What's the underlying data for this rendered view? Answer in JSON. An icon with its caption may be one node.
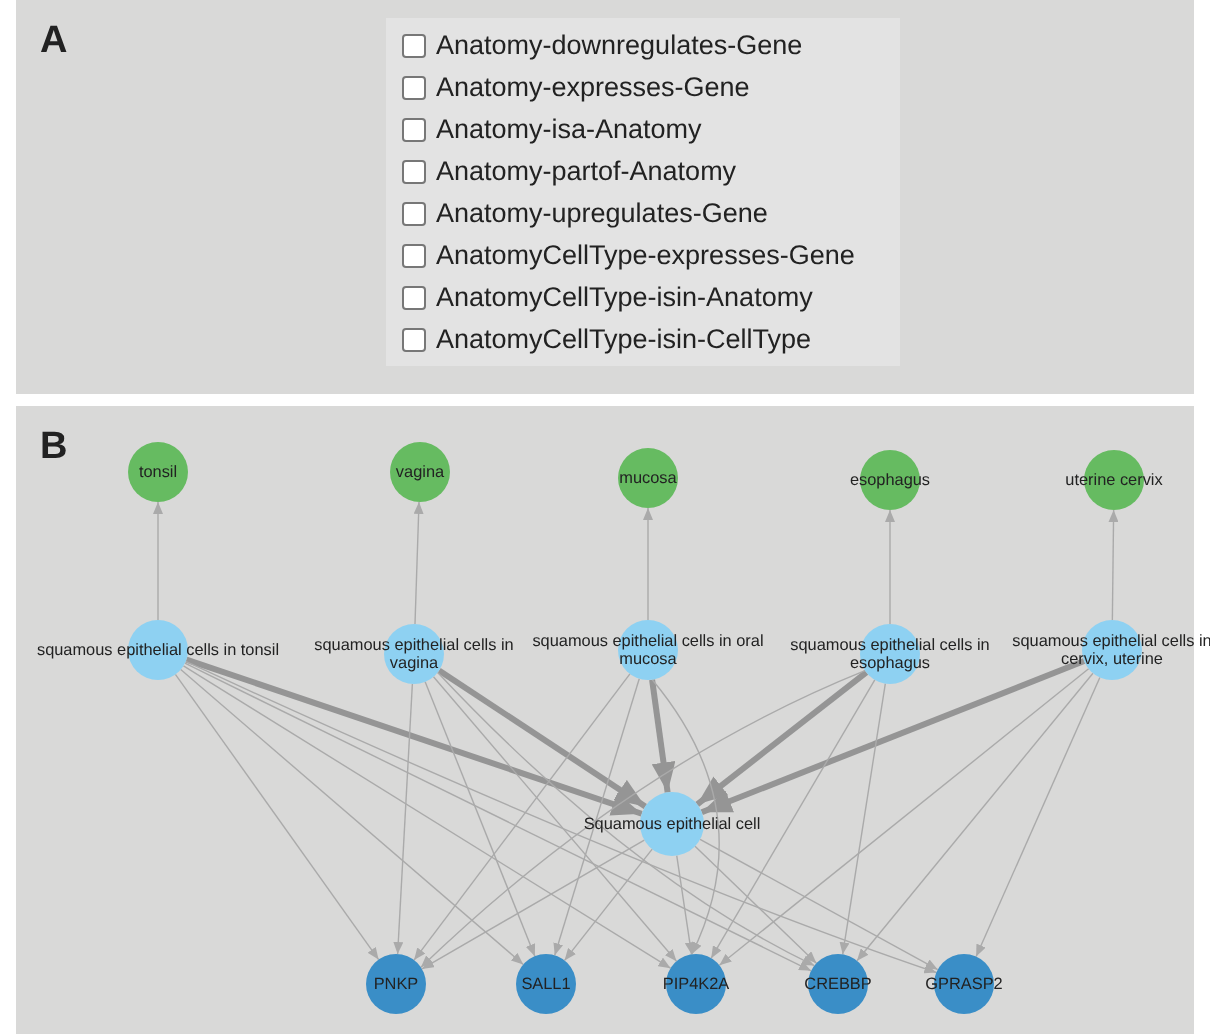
{
  "diagram": {
    "nodes": [
      {
        "text": [
          "tonsil"
        ]
      },
      {
        "text": [
          "vagina"
        ]
      },
      {
        "text": [
          "mucosa"
        ]
      },
      {
        "text": [
          "esophagus"
        ]
      },
      {
        "text": [
          "uterine cervix"
        ]
      },
      {
        "text": [
          "squamous epithelial cells in tonsil"
        ]
      },
      {
        "text": [
          "squamous epithelial cells in vagina"
        ]
      },
      {
        "text": [
          "squamous epithelial cells in oral mucosa"
        ]
      },
      {
        "text": [
          "squamous epithelial cells in esophagus"
        ]
      },
      {
        "text": [
          "squamous epithelial cells in cervix, uterine"
        ]
      },
      {
        "text": [
          "Squamous epithelial cell"
        ]
      },
      {
        "text": [
          "PNKP"
        ]
      },
      {
        "text": [
          "SALL1"
        ]
      },
      {
        "text": [
          "PIP4K2A"
        ]
      },
      {
        "text": [
          "CREBBP"
        ]
      },
      {
        "text": [
          "GPRASP2"
        ]
      }
    ],
    "edges": [
      {
        "from": 5,
        "to": 0,
        "arrow": "to"
      },
      {
        "from": 6,
        "to": 1,
        "arrow": "to"
      },
      {
        "from": 7,
        "to": 2,
        "arrow": "to"
      },
      {
        "from": 8,
        "to": 3,
        "arrow": "to"
      },
      {
        "from": 9,
        "to": 4,
        "arrow": "to"
      },
      {
        "from": 5,
        "to": 10,
        "arrow": "to",
        "style": "thick"
      },
      {
        "from": 6,
        "to": 10,
        "arrow": "to",
        "style": "thick"
      },
      {
        "from": 7,
        "to": 10,
        "arrow": "to",
        "style": "thick"
      },
      {
        "from": 8,
        "to": 10,
        "arrow": "to",
        "style": "thick"
      },
      {
        "from": 9,
        "to": 10,
        "arrow": "to",
        "style": "thick"
      },
      {
        "from": 5,
        "to": 11,
        "arrow": "to"
      },
      {
        "from": 5,
        "to": 12,
        "arrow": "to"
      },
      {
        "from": 5,
        "to": 13,
        "arrow": "to"
      },
      {
        "from": 5,
        "to": 14,
        "arrow": "to"
      },
      {
        "from": 5,
        "to": 15,
        "arrow": "to"
      },
      {
        "from": 6,
        "to": 11,
        "arrow": "to"
      },
      {
        "from": 6,
        "to": 12,
        "arrow": "to"
      },
      {
        "from": 6,
        "to": 13,
        "arrow": "to"
      },
      {
        "from": 6,
        "to": 14,
        "arrow": "to"
      },
      {
        "from": 7,
        "to": 11,
        "arrow": "to"
      },
      {
        "from": 7,
        "to": 12,
        "arrow": "to"
      },
      {
        "from": 7,
        "to": 13,
        "arrow": "to"
      },
      {
        "from": 8,
        "to": 11,
        "arrow": "to"
      },
      {
        "from": 8,
        "to": 13,
        "arrow": "to"
      },
      {
        "from": 8,
        "to": 14,
        "arrow": "to"
      },
      {
        "from": 9,
        "to": 13,
        "arrow": "to"
      },
      {
        "from": 9,
        "to": 14,
        "arrow": "to"
      },
      {
        "from": 9,
        "to": 15,
        "arrow": "to"
      },
      {
        "from": 10,
        "to": 11,
        "arrow": "to"
      },
      {
        "from": 10,
        "to": 12,
        "arrow": "to"
      },
      {
        "from": 10,
        "to": 13,
        "arrow": "to"
      },
      {
        "from": 10,
        "to": 14,
        "arrow": "to"
      },
      {
        "from": 10,
        "to": 15,
        "arrow": "to"
      }
    ],
    "labels": [
      "A",
      "Anatomy-downregulates-Gene",
      "Anatomy-expresses-Gene",
      "Anatomy-isa-Anatomy",
      "Anatomy-partof-Anatomy",
      "Anatomy-upregulates-Gene",
      "AnatomyCellType-expresses-Gene",
      "AnatomyCellType-isin-Anatomy",
      "AnatomyCellType-isin-CellType",
      "B"
    ]
  }
}
